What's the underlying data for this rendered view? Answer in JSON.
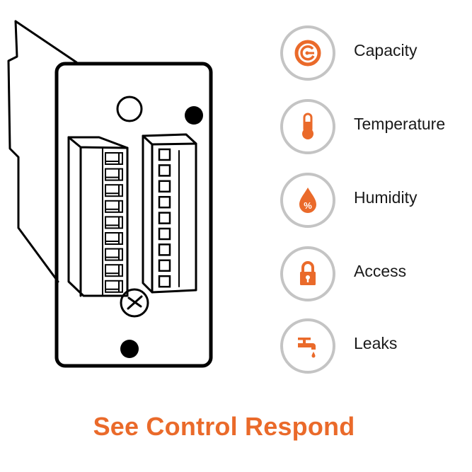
{
  "colors": {
    "accent": "#ea6a2a",
    "ring": "#c4c4c4",
    "text": "#1a1a1a",
    "line": "#000000"
  },
  "device": {
    "left_terminal_slots": 9,
    "right_terminal_slots": 9
  },
  "features": [
    {
      "label": "Capacity",
      "icon": "gauge-icon"
    },
    {
      "label": "Temperature",
      "icon": "thermometer-icon"
    },
    {
      "label": "Humidity",
      "icon": "water-drop-percent-icon"
    },
    {
      "label": "Access",
      "icon": "padlock-icon"
    },
    {
      "label": "Leaks",
      "icon": "faucet-drip-icon"
    }
  ],
  "tagline": "See Control Respond"
}
